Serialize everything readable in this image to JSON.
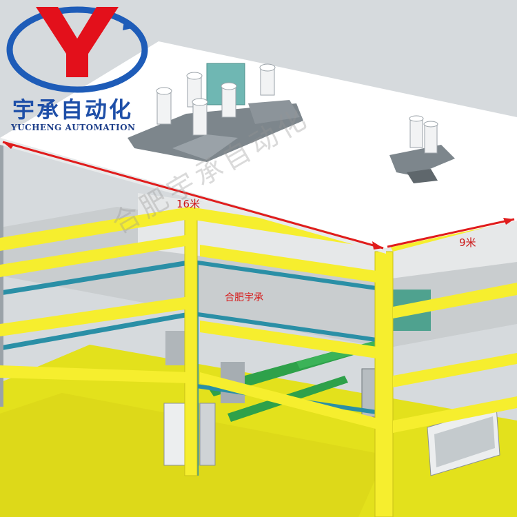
{
  "brand": {
    "logo_letter": "Y",
    "name_cn": "宇承自动化",
    "name_en": "YUCHENG AUTOMATION",
    "logo_red": "#e3101b",
    "logo_blue": "#1e5cb8"
  },
  "dimensions": {
    "length_label": "16米",
    "width_label": "9米",
    "line_color": "#e01c1c"
  },
  "center_label": "合肥宇承",
  "watermark": "合肥宇承自动化",
  "colors": {
    "frame_yellow": "#f6ee2e",
    "beam_teal": "#2a8fa6",
    "floor_yellow": "#e3e11c",
    "platform": "#ffffff",
    "machine_gray": "#9aa2a8"
  }
}
